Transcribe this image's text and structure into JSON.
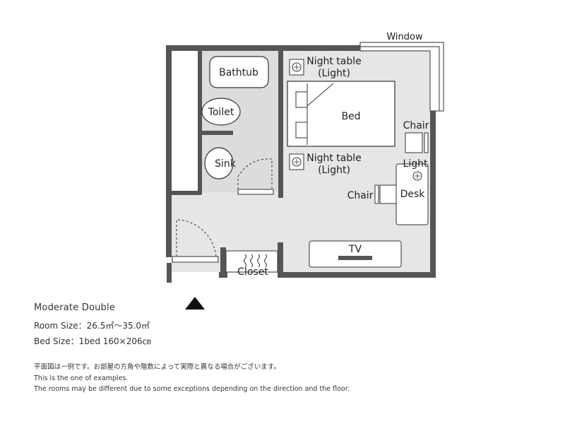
{
  "labels": {
    "window": "Window",
    "bathtub": "Bathtub",
    "toilet": "Toilet",
    "sink": "Sink",
    "night_table_1_line1": "Night table",
    "night_table_1_line2": "(Light)",
    "night_table_2_line1": "Night table",
    "night_table_2_line2": "(Light)",
    "bed": "Bed",
    "chair_right": "Chair",
    "light": "Light",
    "desk": "Desk",
    "chair_desk": "Chair",
    "tv": "TV",
    "closet": "Closet"
  },
  "info": {
    "title": "Moderate Double",
    "room_size": "Room Size：26.5㎡～35.0㎡",
    "bed_size": "Bed Size：1bed 160×206㎝"
  },
  "notes": {
    "japanese": "平面図は一例です。お部屋の方角や階数によって実際と異なる場合がございます。",
    "english_1": "This is the one of examples.",
    "english_2": "The rooms may be different due to some exceptions depending on the direction and the floor."
  },
  "colors": {
    "wall": "#555555",
    "floor": "#e5e5e5",
    "bathroom_floor": "#d9d9d9",
    "fixture_fill": "#ffffff"
  }
}
